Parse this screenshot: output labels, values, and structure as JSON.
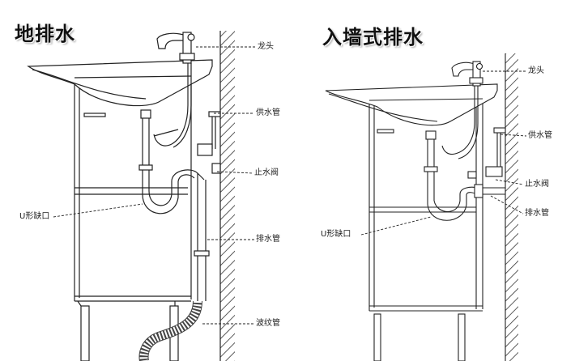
{
  "left_diagram": {
    "title": "地排水",
    "labels": {
      "faucet": "龙头",
      "supply_pipe": "供水管",
      "stop_valve": "止水阀",
      "u_trap": "U形缺口",
      "drain_pipe": "排水管",
      "corrugated_pipe": "波纹管"
    }
  },
  "right_diagram": {
    "title": "入墙式排水",
    "labels": {
      "faucet": "龙头",
      "supply_pipe": "供水管",
      "stop_valve": "止水阀",
      "drain_pipe": "排水管",
      "u_trap": "U形缺口"
    }
  },
  "colors": {
    "line": "#222222",
    "wall_hatch": "#333333",
    "background": "#ffffff"
  }
}
